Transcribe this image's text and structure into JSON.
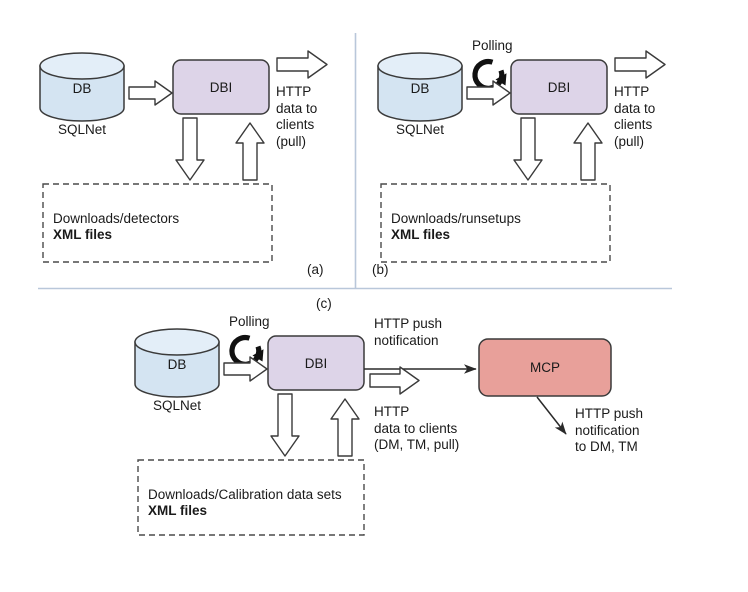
{
  "figure": {
    "title": "",
    "panels": [
      {
        "id": "a",
        "tag": "(a)",
        "db_label": "DB",
        "dbi_label": "DBI",
        "protocol_label": "SQLNet",
        "polling_label": "",
        "http_out_label": "HTTP\ndata to\nclients\n(pull)",
        "store_line1": "Downloads/detectors",
        "store_line2": "XML files"
      },
      {
        "id": "b",
        "tag": "(b)",
        "db_label": "DB",
        "dbi_label": "DBI",
        "protocol_label": "SQLNet",
        "polling_label": "Polling",
        "http_out_label": "HTTP\ndata to\nclients\n(pull)",
        "store_line1": "Downloads/runsetups",
        "store_line2": "XML files"
      },
      {
        "id": "c",
        "tag": "(c)",
        "db_label": "DB",
        "dbi_label": "DBI",
        "mcp_label": "MCP",
        "protocol_label": "SQLNet",
        "polling_label": "Polling",
        "push_label": "HTTP push\nnotification",
        "http_out_label": "HTTP\ndata to clients\n(DM, TM, pull)",
        "mcp_push_label": "HTTP push\nnotification\nto DM, TM",
        "store_line1": "Downloads/Calibration data sets",
        "store_line2": "XML files"
      }
    ]
  },
  "colors": {
    "db_fill": "#d4e4f2",
    "db_top_fill": "#e3eef8",
    "dbi_fill": "#ddd4e8",
    "mcp_fill": "#e8a09a",
    "stroke": "#3a3a3a",
    "divider": "#b9c7da",
    "dashed": "#4a4a4a",
    "arrow_fill": "#ffffff",
    "text": "#1a1a1a"
  },
  "icons": {
    "polling": "polling-circular-arrow-icon",
    "database": "database-cylinder-icon",
    "block_arrow": "block-arrow-icon",
    "line_arrow": "line-arrow-icon"
  }
}
